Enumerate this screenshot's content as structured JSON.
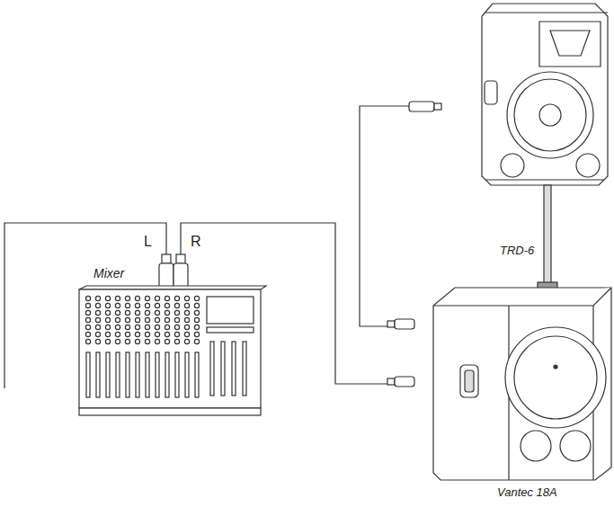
{
  "diagram": {
    "labels": [
      "L",
      "R",
      "Mixer",
      "TRD-6",
      "Vantec 18A"
    ]
  }
}
